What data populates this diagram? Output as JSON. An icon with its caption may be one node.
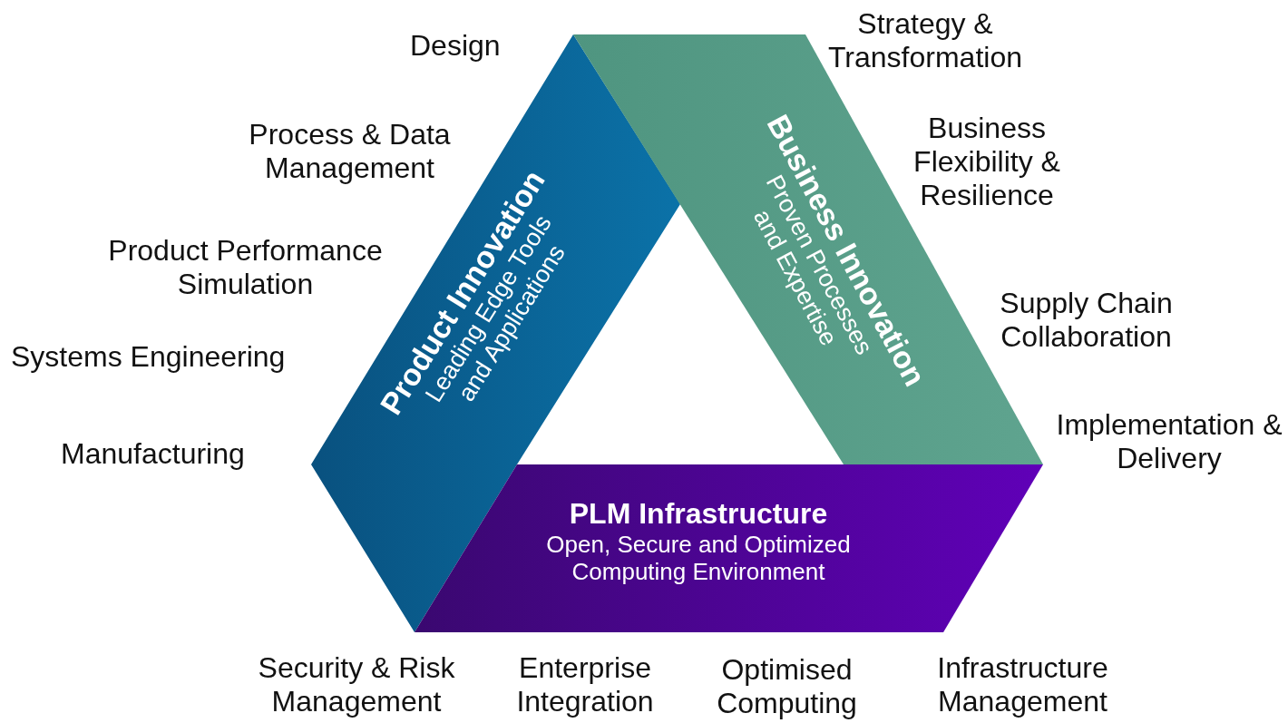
{
  "diagram": {
    "nodes": [
      {
        "text": [
          "Product Innovation",
          "Leading Edge Tools and Applications"
        ]
      },
      {
        "text": [
          "Business Innovation",
          "Proven Processes and Expertise"
        ]
      },
      {
        "text": [
          "PLM Infrastructure",
          "Open, Secure and Optimized Computing Environment"
        ]
      }
    ],
    "edges": [],
    "labels": [
      "Design",
      "Strategy & Transformation",
      "Process & Data Management",
      "Business Flexibility & Resilience",
      "Product Performance Simulation",
      "Supply Chain Collaboration",
      "Systems Engineering",
      "Implementation & Delivery",
      "Manufacturing",
      "Security & Risk Management",
      "Enterprise Integration",
      "Optimised Computing",
      "Infrastructure Management"
    ]
  }
}
